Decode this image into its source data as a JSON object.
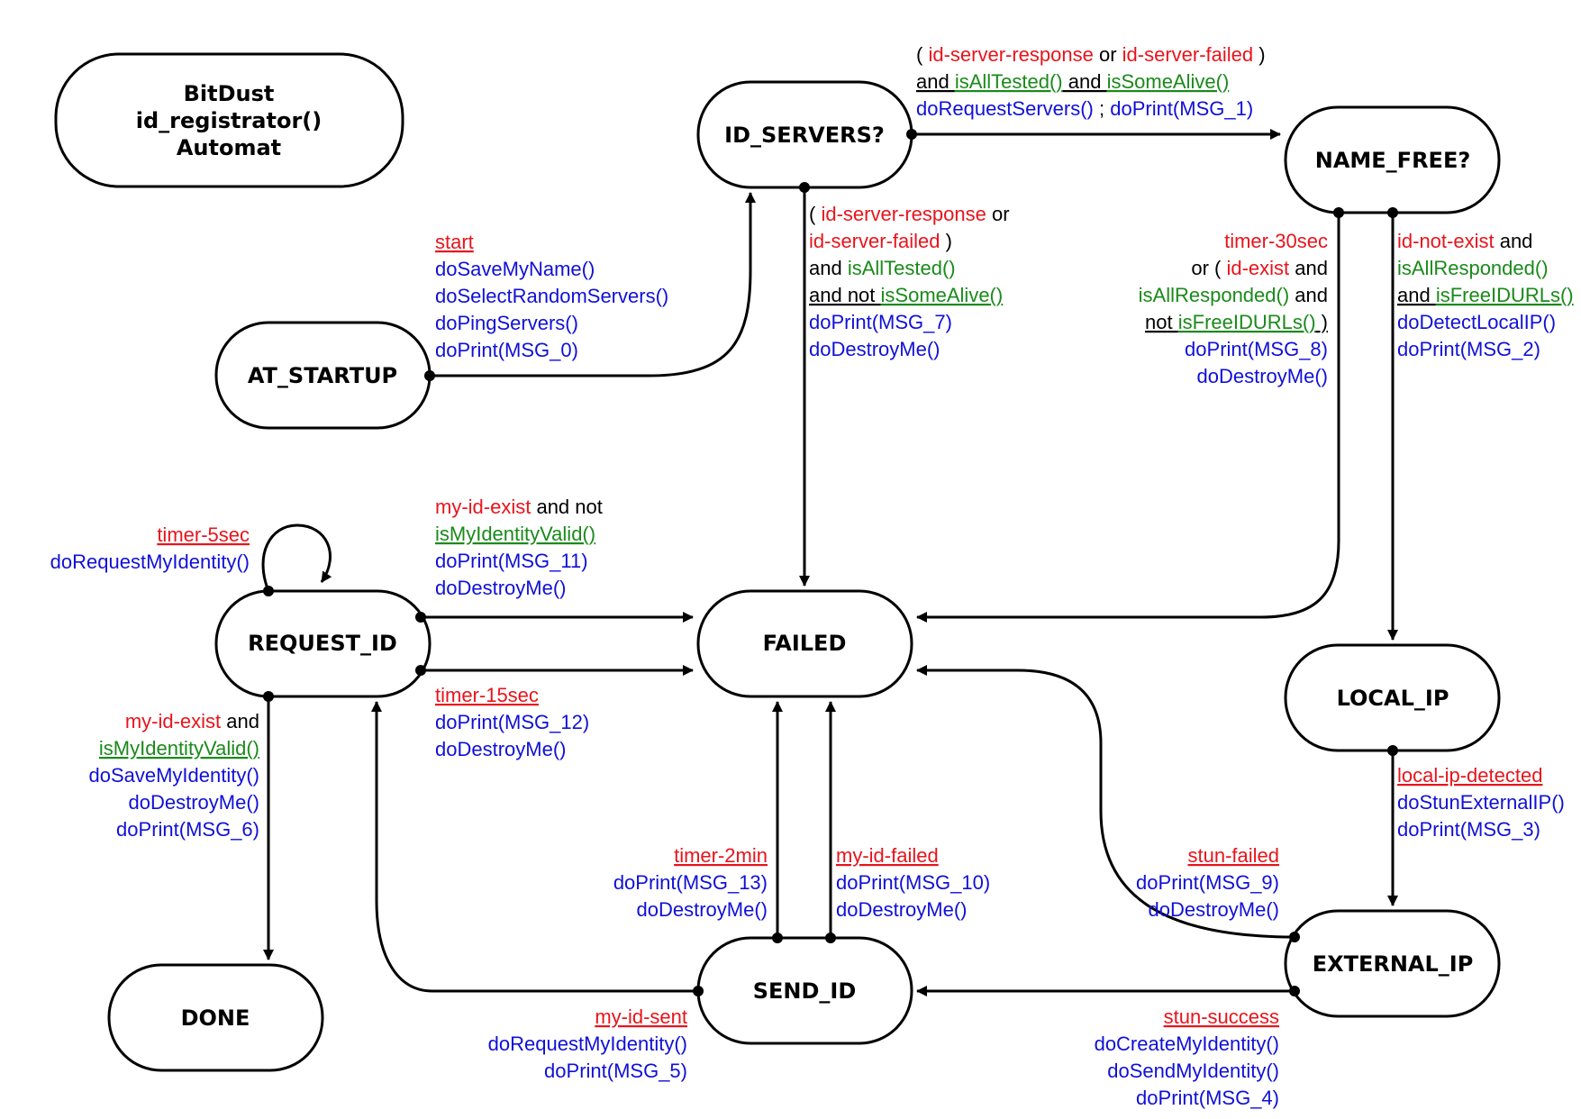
{
  "title": [
    "BitDust",
    "id_registrator()",
    "Automat"
  ],
  "states": {
    "at_startup": "AT_STARTUP",
    "id_servers": "ID_SERVERS?",
    "name_free": "NAME_FREE?",
    "request_id": "REQUEST_ID",
    "failed": "FAILED",
    "local_ip": "LOCAL_IP",
    "done": "DONE",
    "send_id": "SEND_ID",
    "external_ip": "EXTERNAL_IP"
  },
  "transitions": {
    "startup_to_idservers": [
      [
        {
          "t": "start",
          "c": "r",
          "u": true
        }
      ],
      [
        {
          "t": "doSaveMyName()",
          "c": "b"
        }
      ],
      [
        {
          "t": "doSelectRandomServers()",
          "c": "b"
        }
      ],
      [
        {
          "t": "doPingServers()",
          "c": "b"
        }
      ],
      [
        {
          "t": "doPrint(MSG_0)",
          "c": "b"
        }
      ]
    ],
    "idservers_to_namefree": [
      [
        {
          "t": "( ",
          "c": "k"
        },
        {
          "t": "id-server-response",
          "c": "r"
        },
        {
          "t": " or ",
          "c": "k"
        },
        {
          "t": "id-server-failed",
          "c": "r"
        },
        {
          "t": " )",
          "c": "k"
        }
      ],
      [
        {
          "t": "and ",
          "c": "k",
          "u": true
        },
        {
          "t": "isAllTested()",
          "c": "g",
          "u": true
        },
        {
          "t": " and ",
          "c": "k",
          "u": true
        },
        {
          "t": "isSomeAlive()",
          "c": "g",
          "u": true
        }
      ],
      [
        {
          "t": "doRequestServers()",
          "c": "b"
        },
        {
          "t": " ; ",
          "c": "k"
        },
        {
          "t": "doPrint(MSG_1)",
          "c": "b"
        }
      ]
    ],
    "idservers_to_failed": [
      [
        {
          "t": "( ",
          "c": "k"
        },
        {
          "t": "id-server-response",
          "c": "r"
        },
        {
          "t": " or",
          "c": "k"
        }
      ],
      [
        {
          "t": "id-server-failed",
          "c": "r"
        },
        {
          "t": " )",
          "c": "k"
        }
      ],
      [
        {
          "t": "and ",
          "c": "k"
        },
        {
          "t": "isAllTested()",
          "c": "g"
        }
      ],
      [
        {
          "t": "and not ",
          "c": "k",
          "u": true
        },
        {
          "t": "isSomeAlive()",
          "c": "g",
          "u": true
        }
      ],
      [
        {
          "t": "doPrint(MSG_7)",
          "c": "b"
        }
      ],
      [
        {
          "t": "doDestroyMe()",
          "c": "b"
        }
      ]
    ],
    "namefree_to_failed": [
      [
        {
          "t": "timer-30sec",
          "c": "r"
        }
      ],
      [
        {
          "t": "or ( ",
          "c": "k"
        },
        {
          "t": "id-exist",
          "c": "r"
        },
        {
          "t": " and",
          "c": "k"
        }
      ],
      [
        {
          "t": "isAllResponded()",
          "c": "g"
        },
        {
          "t": " and",
          "c": "k"
        }
      ],
      [
        {
          "t": "not ",
          "c": "k",
          "u": true
        },
        {
          "t": "isFreeIDURLs()",
          "c": "g",
          "u": true
        },
        {
          "t": " )",
          "c": "k",
          "u": true
        }
      ],
      [
        {
          "t": "doPrint(MSG_8)",
          "c": "b"
        }
      ],
      [
        {
          "t": "doDestroyMe()",
          "c": "b"
        }
      ]
    ],
    "namefree_to_localip": [
      [
        {
          "t": "id-not-exist",
          "c": "r"
        },
        {
          "t": " and",
          "c": "k"
        }
      ],
      [
        {
          "t": "isAllResponded()",
          "c": "g"
        }
      ],
      [
        {
          "t": "and ",
          "c": "k",
          "u": true
        },
        {
          "t": "isFreeIDURLs()",
          "c": "g",
          "u": true
        }
      ],
      [
        {
          "t": "doDetectLocalIP()",
          "c": "b"
        }
      ],
      [
        {
          "t": "doPrint(MSG_2)",
          "c": "b"
        }
      ]
    ],
    "requestid_self": [
      [
        {
          "t": "timer-5sec",
          "c": "r",
          "u": true
        }
      ],
      [
        {
          "t": "doRequestMyIdentity()",
          "c": "b"
        }
      ]
    ],
    "requestid_to_failed_top": [
      [
        {
          "t": "my-id-exist",
          "c": "r"
        },
        {
          "t": " and not",
          "c": "k"
        }
      ],
      [
        {
          "t": "isMyIdentityValid()",
          "c": "g",
          "u": true
        }
      ],
      [
        {
          "t": "doPrint(MSG_11)",
          "c": "b"
        }
      ],
      [
        {
          "t": "doDestroyMe()",
          "c": "b"
        }
      ]
    ],
    "requestid_to_failed_bottom": [
      [
        {
          "t": "timer-15sec",
          "c": "r",
          "u": true
        }
      ],
      [
        {
          "t": "doPrint(MSG_12)",
          "c": "b"
        }
      ],
      [
        {
          "t": "doDestroyMe()",
          "c": "b"
        }
      ]
    ],
    "requestid_to_done": [
      [
        {
          "t": "my-id-exist",
          "c": "r"
        },
        {
          "t": " and",
          "c": "k"
        }
      ],
      [
        {
          "t": "isMyIdentityValid()",
          "c": "g",
          "u": true
        }
      ],
      [
        {
          "t": "doSaveMyIdentity()",
          "c": "b"
        }
      ],
      [
        {
          "t": "doDestroyMe()",
          "c": "b"
        }
      ],
      [
        {
          "t": "doPrint(MSG_6)",
          "c": "b"
        }
      ]
    ],
    "localip_to_externalip": [
      [
        {
          "t": "local-ip-detected",
          "c": "r",
          "u": true
        }
      ],
      [
        {
          "t": "doStunExternalIP()",
          "c": "b"
        }
      ],
      [
        {
          "t": "doPrint(MSG_3)",
          "c": "b"
        }
      ]
    ],
    "sendid_to_failed_left": [
      [
        {
          "t": "timer-2min",
          "c": "r",
          "u": true
        }
      ],
      [
        {
          "t": "doPrint(MSG_13)",
          "c": "b"
        }
      ],
      [
        {
          "t": "doDestroyMe()",
          "c": "b"
        }
      ]
    ],
    "sendid_to_failed_right": [
      [
        {
          "t": "my-id-failed",
          "c": "r",
          "u": true
        }
      ],
      [
        {
          "t": "doPrint(MSG_10)",
          "c": "b"
        }
      ],
      [
        {
          "t": "doDestroyMe()",
          "c": "b"
        }
      ]
    ],
    "externalip_to_failed": [
      [
        {
          "t": "stun-failed",
          "c": "r",
          "u": true
        }
      ],
      [
        {
          "t": "doPrint(MSG_9)",
          "c": "b"
        }
      ],
      [
        {
          "t": "doDestroyMe()",
          "c": "b"
        }
      ]
    ],
    "sendid_to_requestid": [
      [
        {
          "t": "my-id-sent",
          "c": "r",
          "u": true
        }
      ],
      [
        {
          "t": "doRequestMyIdentity()",
          "c": "b"
        }
      ],
      [
        {
          "t": "doPrint(MSG_5)",
          "c": "b"
        }
      ]
    ],
    "externalip_to_sendid": [
      [
        {
          "t": "stun-success",
          "c": "r",
          "u": true
        }
      ],
      [
        {
          "t": "doCreateMyIdentity()",
          "c": "b"
        }
      ],
      [
        {
          "t": "doSendMyIdentity()",
          "c": "b"
        }
      ],
      [
        {
          "t": "doPrint(MSG_4)",
          "c": "b"
        }
      ]
    ]
  }
}
